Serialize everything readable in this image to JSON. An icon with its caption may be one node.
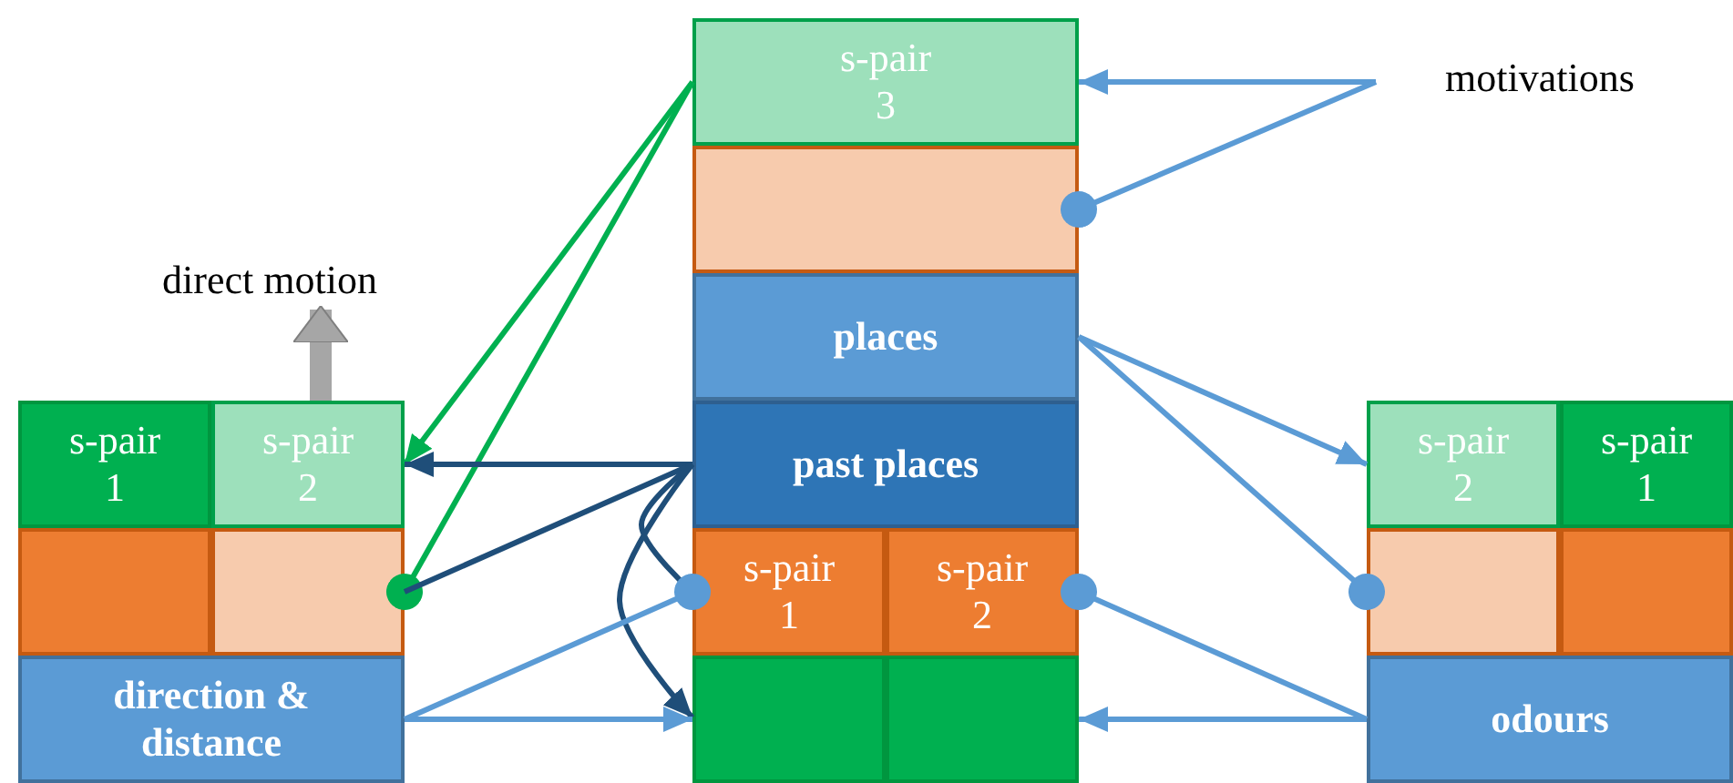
{
  "diagram": {
    "nodes": [
      {
        "text": [
          "s-pair 3"
        ]
      },
      {
        "text": [],
        "shape": "box"
      },
      {
        "text": [
          "places"
        ]
      },
      {
        "text": [
          "past places"
        ]
      },
      {
        "text": [
          "s-pair 1"
        ]
      },
      {
        "text": [
          "s-pair 2"
        ]
      },
      {
        "text": [],
        "shape": "box"
      },
      {
        "text": [],
        "shape": "box"
      },
      {
        "text": [
          "s-pair 1"
        ]
      },
      {
        "text": [
          "s-pair 2"
        ]
      },
      {
        "text": [],
        "shape": "box"
      },
      {
        "text": [],
        "shape": "box"
      },
      {
        "text": [
          "direction & distance"
        ]
      },
      {
        "text": [
          "s-pair 2"
        ]
      },
      {
        "text": [
          "s-pair 1"
        ]
      },
      {
        "text": [],
        "shape": "box"
      },
      {
        "text": [],
        "shape": "box"
      },
      {
        "text": [
          "odours"
        ]
      },
      {
        "text": [
          "motivations"
        ]
      },
      {
        "text": [
          "direct motion"
        ]
      }
    ],
    "edges": [
      {
        "from": 18,
        "to": 0,
        "arrow": "to"
      },
      {
        "from": 18,
        "to": 1,
        "arrow": "other"
      },
      {
        "from": 0,
        "to": 9,
        "arrow": "to",
        "color": "#00b050"
      },
      {
        "from": 0,
        "to": 11,
        "arrow": "other",
        "color": "#00b050"
      },
      {
        "from": 3,
        "to": 9,
        "arrow": "to",
        "color": "#1f4e79"
      },
      {
        "from": 3,
        "to": 11,
        "arrow": "none",
        "color": "#1f4e79"
      },
      {
        "from": 3,
        "to": 4,
        "arrow": "none",
        "color": "#1f4e79"
      },
      {
        "from": 3,
        "to": 6,
        "arrow": "to",
        "color": "#1f4e79"
      },
      {
        "from": 12,
        "to": 6,
        "arrow": "to"
      },
      {
        "from": 12,
        "to": 4,
        "arrow": "other"
      },
      {
        "from": 2,
        "to": 13,
        "arrow": "to"
      },
      {
        "from": 2,
        "to": 15,
        "arrow": "other"
      },
      {
        "from": 17,
        "to": 7,
        "arrow": "to"
      },
      {
        "from": 17,
        "to": 5,
        "arrow": "other"
      },
      {
        "from": 9,
        "to": 19,
        "arrow": "to",
        "style": "thick",
        "color": "#a6a6a6"
      }
    ]
  }
}
